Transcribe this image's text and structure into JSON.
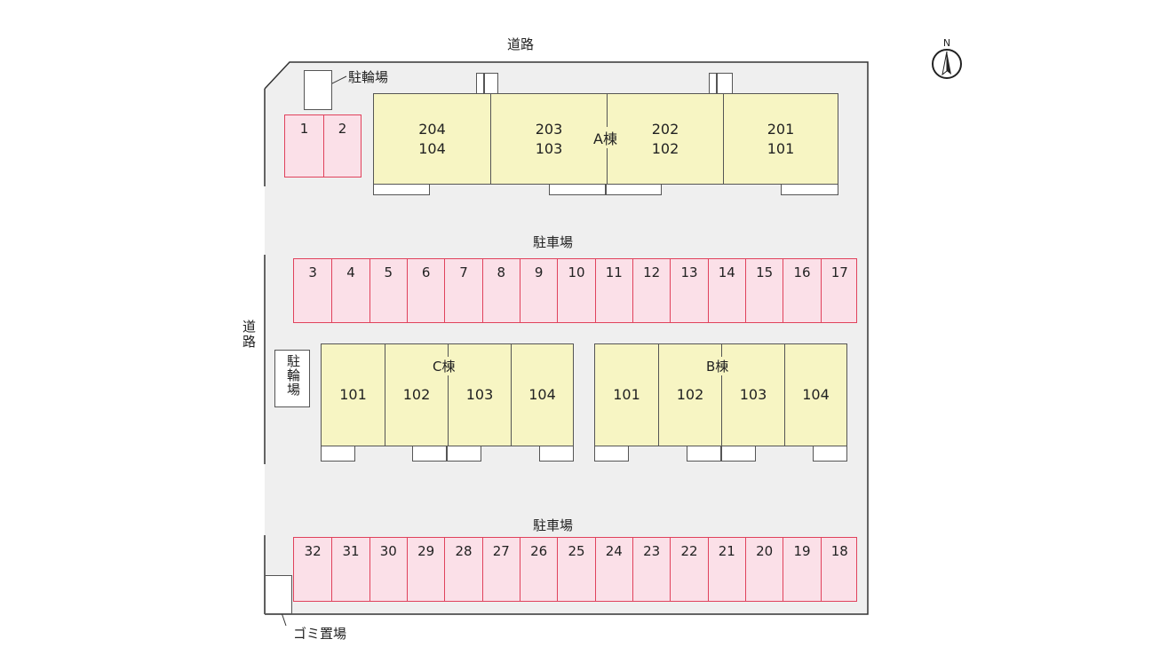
{
  "road_top": "道路",
  "road_left": "道路",
  "compass": {
    "label": "N"
  },
  "bike_parking_top": "駐輪場",
  "bike_parking_left": "駐輪場",
  "garbage": "ゴミ置場",
  "parking_label_upper": "駐車場",
  "parking_label_lower": "駐車場",
  "lots_top": [
    "1",
    "2"
  ],
  "lots_upper": [
    "3",
    "4",
    "5",
    "6",
    "7",
    "8",
    "9",
    "10",
    "11",
    "12",
    "13",
    "14",
    "15",
    "16",
    "17"
  ],
  "lots_lower": [
    "32",
    "31",
    "30",
    "29",
    "28",
    "27",
    "26",
    "25",
    "24",
    "23",
    "22",
    "21",
    "20",
    "19",
    "18"
  ],
  "building_a": {
    "label": "A棟",
    "units": [
      {
        "upper": "204",
        "lower": "104"
      },
      {
        "upper": "203",
        "lower": "103"
      },
      {
        "upper": "202",
        "lower": "102"
      },
      {
        "upper": "201",
        "lower": "101"
      }
    ]
  },
  "building_c": {
    "label": "C棟",
    "units": [
      "101",
      "102",
      "103",
      "104"
    ]
  },
  "building_b": {
    "label": "B棟",
    "units": [
      "101",
      "102",
      "103",
      "104"
    ]
  }
}
